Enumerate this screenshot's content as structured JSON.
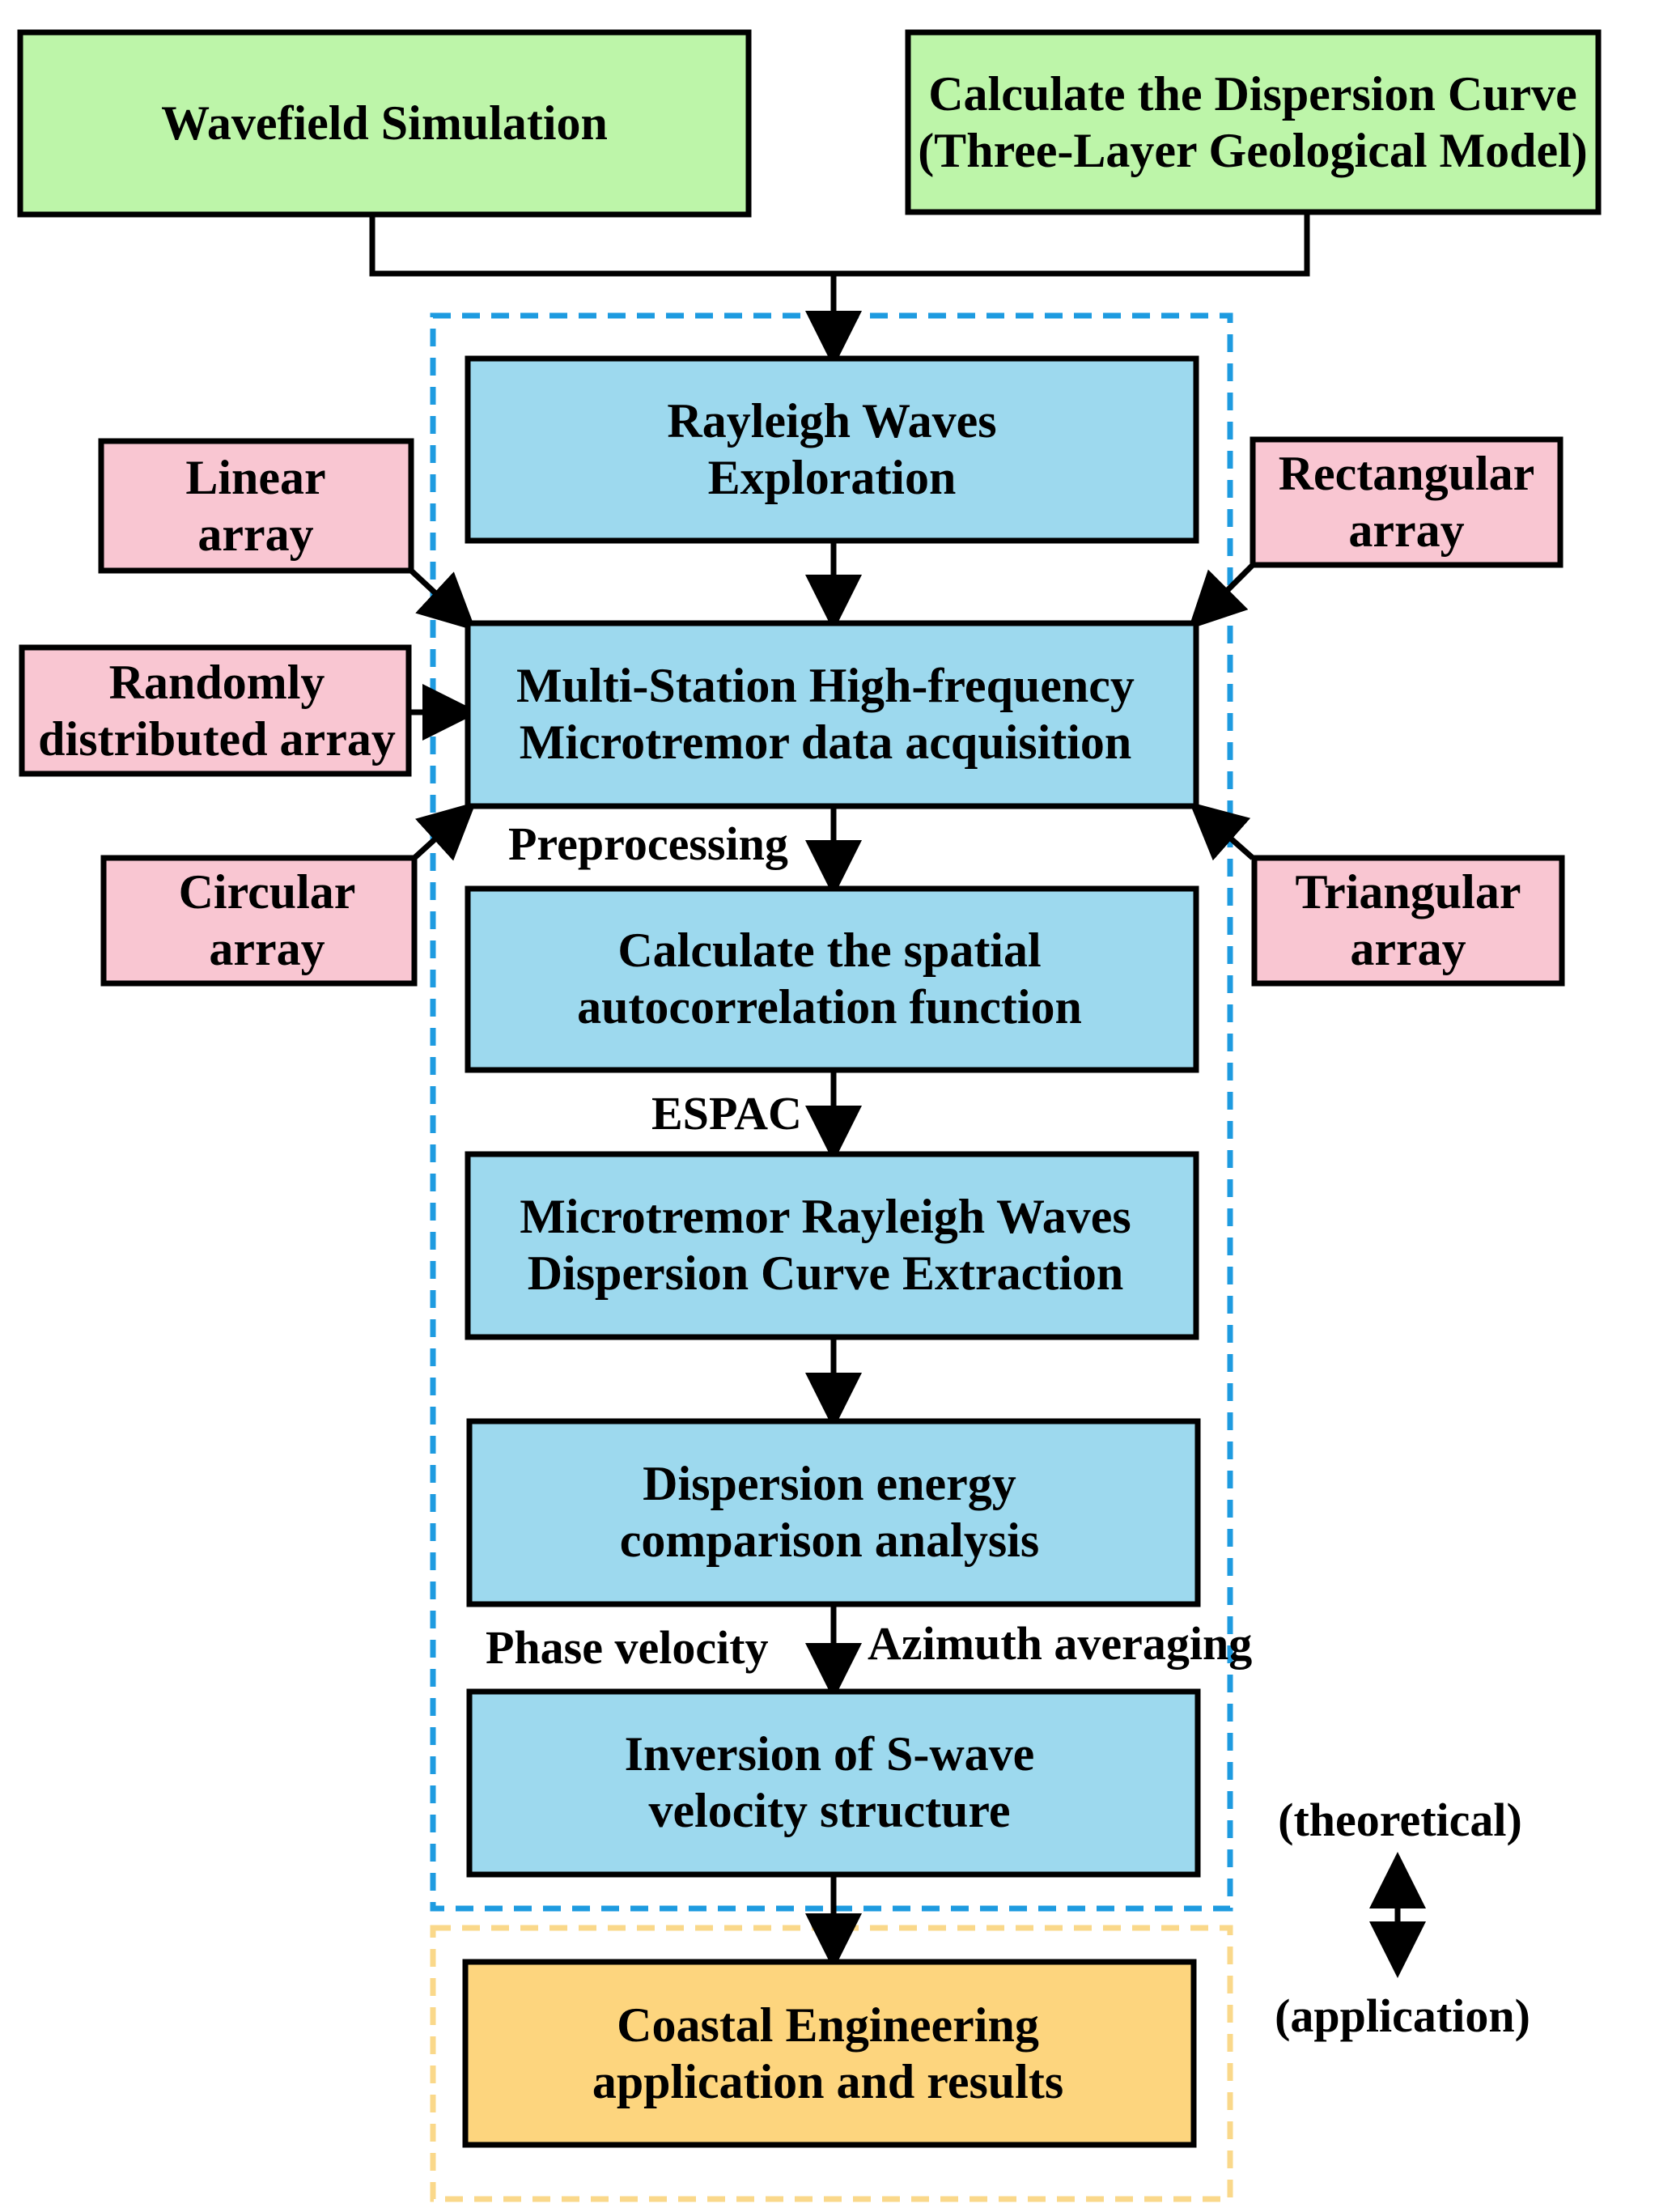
{
  "colors": {
    "input_fill": "#bdf5a9",
    "process_fill": "#9dd9ee",
    "array_fill": "#f9c6d2",
    "output_fill": "#fdd57e",
    "theoretical_border": "#1e9be0",
    "application_border": "#fad88a",
    "stroke": "#000000"
  },
  "inputs": {
    "wavefield": {
      "lines": [
        "Wavefield Simulation"
      ]
    },
    "dispersion_curve": {
      "lines": [
        "Calculate the Dispersion Curve",
        "(Three-Layer Geological Model)"
      ]
    }
  },
  "process": {
    "rayleigh": {
      "lines": [
        "Rayleigh Waves",
        "Exploration"
      ]
    },
    "acquisition": {
      "lines": [
        "Multi-Station High-frequency",
        "Microtremor data acquisition"
      ]
    },
    "spac": {
      "lines": [
        "Calculate the spatial",
        "autocorrelation function"
      ]
    },
    "extraction": {
      "lines": [
        "Microtremor Rayleigh Waves",
        "Dispersion Curve Extraction"
      ]
    },
    "energy": {
      "lines": [
        "Dispersion energy",
        "comparison analysis"
      ]
    },
    "inversion": {
      "lines": [
        "Inversion of S-wave",
        "velocity structure"
      ]
    }
  },
  "output": {
    "coastal": {
      "lines": [
        "Coastal Engineering",
        "application and results"
      ]
    }
  },
  "arrays": {
    "linear": {
      "lines": [
        "Linear",
        "array"
      ]
    },
    "random": {
      "lines": [
        "Randomly",
        "distributed array"
      ]
    },
    "circular": {
      "lines": [
        "Circular",
        "array"
      ]
    },
    "rectangular": {
      "lines": [
        "Rectangular",
        "array"
      ]
    },
    "triangular": {
      "lines": [
        "Triangular",
        "array"
      ]
    }
  },
  "edge_labels": {
    "preprocessing": "Preprocessing",
    "espac": "ESPAC",
    "phase_velocity": "Phase velocity",
    "azimuth_averaging": "Azimuth averaging"
  },
  "legend": {
    "theoretical": "(theoretical)",
    "application": "(application)"
  }
}
